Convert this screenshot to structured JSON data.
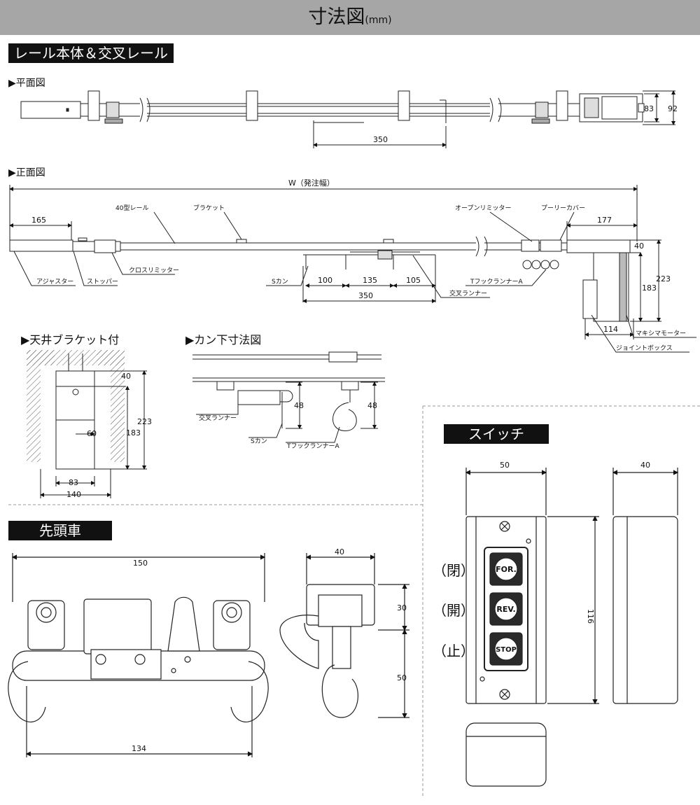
{
  "header": {
    "title": "寸法図",
    "unit": "(mm)"
  },
  "sections": {
    "rail": "レール本体＆交叉レール",
    "plan": "▶平面図",
    "front": "▶正面図",
    "ceiling": "▶天井ブラケット付",
    "hook": "▶カン下寸法図",
    "switch": "スイッチ",
    "lead": "先頭車"
  },
  "plan": {
    "d350": "350",
    "d83": "83",
    "d92": "92"
  },
  "front": {
    "w": "W（発注幅）",
    "d165": "165",
    "d177": "177",
    "d40": "40",
    "d223": "223",
    "d183": "183",
    "d114": "114",
    "d100": "100",
    "d135": "135",
    "d105": "105",
    "d350": "350",
    "rail40": "40型レール",
    "bracket": "ブラケット",
    "open_lim": "オープンリミッター",
    "pulley": "プーリーカバー",
    "adjuster": "アジャスター",
    "stopper": "ストッパー",
    "cross_lim": "クロスリミッター",
    "s_kan": "Sカン",
    "cross_run": "交叉ランナー",
    "t_hook": "TフックランナーA",
    "motor": "マキシマモーター",
    "joint": "ジョイントボックス"
  },
  "ceiling": {
    "d40": "40",
    "d223": "223",
    "d183": "183",
    "d60": "60",
    "d83": "83",
    "d140": "140"
  },
  "hook": {
    "d48a": "48",
    "d48b": "48",
    "cross_run": "交叉ランナー",
    "s_kan": "Sカン",
    "t_hook": "TフックランナーA"
  },
  "switch": {
    "d50": "50",
    "d40": "40",
    "d116": "116",
    "open1": "（閉）",
    "open2": "（開）",
    "stop": "（止）",
    "for": "FOR.",
    "rev": "REV.",
    "stopbtn": "STOP"
  },
  "lead": {
    "d150": "150",
    "d134": "134",
    "d40": "40",
    "d30": "30",
    "d50": "50"
  }
}
